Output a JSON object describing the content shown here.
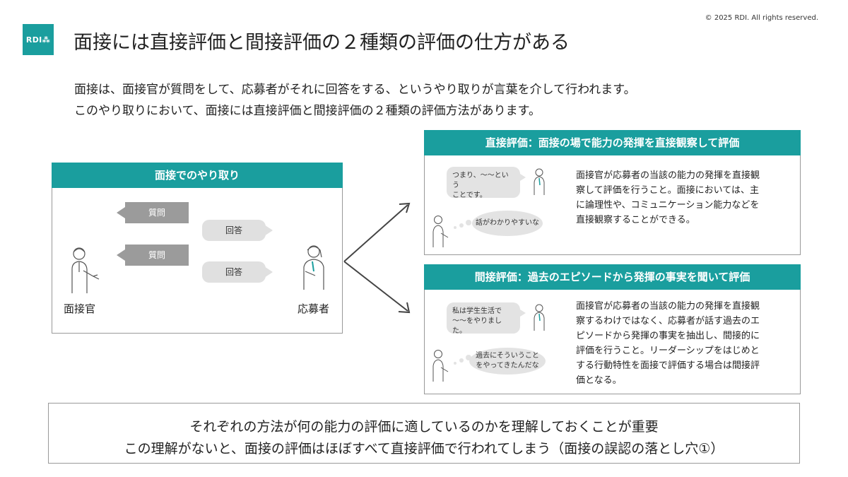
{
  "copyright": "© 2025 RDI.  All rights reserved.",
  "logo": {
    "text": "RDI⁂"
  },
  "title": "面接には直接評価と間接評価の２種類の評価の仕方がある",
  "intro": [
    "面接は、面接官が質問をして、応募者がそれに回答をする、というやり取りが言葉を介して行われます。",
    "このやり取りにおいて、面接には直接評価と間接評価の２種類の評価方法があります。"
  ],
  "left_panel": {
    "header": "面接でのやり取り",
    "question_label": "質問",
    "answer_label": "回答",
    "interviewer_label": "面接官",
    "applicant_label": "応募者"
  },
  "direct": {
    "header": "直接評価：面接の場で能力の発揮を直接観察して評価",
    "speech": [
      "つまり、〜〜という",
      "ことです。"
    ],
    "thought": "話がわかりやすいな",
    "description": [
      "面接官が応募者の当該の能力の発揮を直接観",
      "察して評価を行うこと。面接においては、主",
      "に論理性や、コミュニケーション能力などを",
      "直接観察することができる。"
    ]
  },
  "indirect": {
    "header": "間接評価：過去のエピソードから発揮の事実を聞いて評価",
    "speech": [
      "私は学生生活で",
      "〜〜をやりました。"
    ],
    "thought": [
      "過去にそういうこと",
      "をやってきたんだな"
    ],
    "description": [
      "面接官が応募者の当該の能力の発揮を直接観",
      "察するわけではなく、応募者が話す過去のエ",
      "ピソードから発揮の事実を抽出し、間接的に",
      "評価を行うこと。リーダーシップをはじめと",
      "する行動特性を面接で評価する場合は間接評",
      "価となる。"
    ]
  },
  "conclusion": [
    "それぞれの方法が何の能力の評価に適しているのかを理解しておくことが重要",
    "この理解がないと、面接の評価はほぼすべて直接評価で行われてしまう（面接の誤認の落とし穴①）"
  ],
  "colors": {
    "accent": "#1a9e9e",
    "question_bubble": "#9b9b9b",
    "answer_bubble": "#e0e0e0"
  },
  "icons": [
    "interviewer-icon",
    "applicant-icon",
    "arrow-icon"
  ]
}
